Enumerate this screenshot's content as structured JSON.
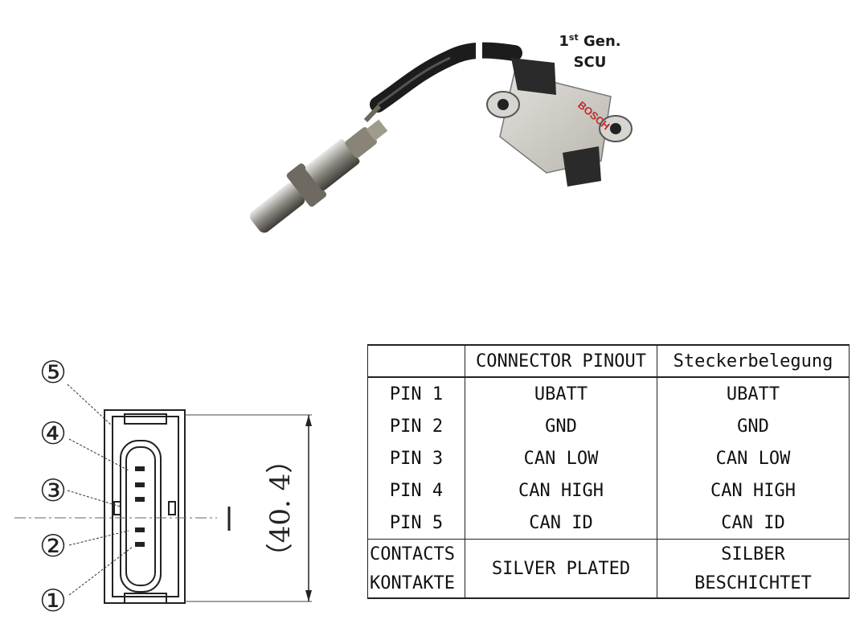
{
  "product": {
    "label_sup_prefix": "1",
    "label_sup": "st",
    "label_line1_rest": " Gen.",
    "label_line2": "SCU",
    "brand": "BOSCH"
  },
  "drawing": {
    "pin_callouts": [
      "⑤",
      "④",
      "③",
      "②",
      "①"
    ],
    "dimension": "（40. 4）"
  },
  "table": {
    "headers": [
      "",
      "CONNECTOR PINOUT",
      "Steckerbelegung"
    ],
    "rows": [
      [
        "PIN 1",
        "UBATT",
        "UBATT"
      ],
      [
        "PIN 2",
        "GND",
        "GND"
      ],
      [
        "PIN 3",
        "CAN LOW",
        "CAN LOW"
      ],
      [
        "PIN 4",
        "CAN HIGH",
        "CAN HIGH"
      ],
      [
        "PIN 5",
        "CAN ID",
        "CAN ID"
      ]
    ],
    "contacts": {
      "label_line1": "CONTACTS",
      "label_line2": "KONTAKTE",
      "value_en": "SILVER PLATED",
      "value_de_line1": "SILBER",
      "value_de_line2": "BESCHICHTET"
    }
  }
}
